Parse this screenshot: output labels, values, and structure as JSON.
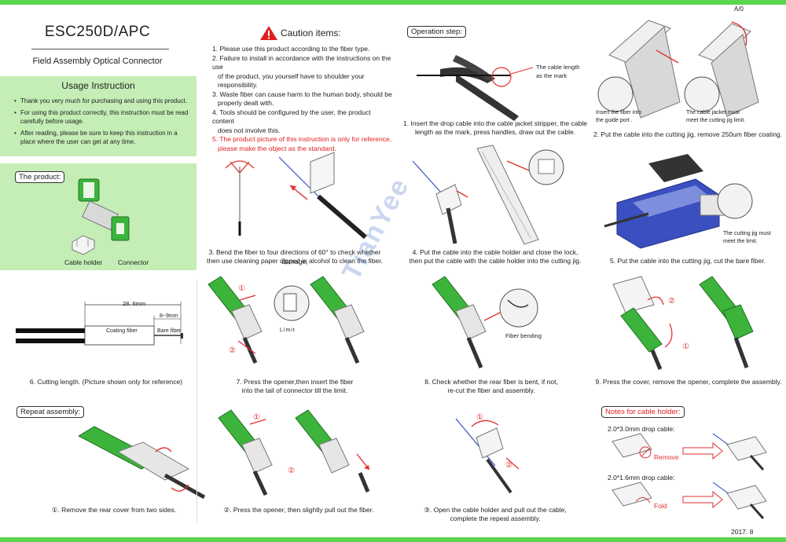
{
  "header": {
    "revision": "A/0"
  },
  "footer": {
    "date": "2017. 8"
  },
  "product": {
    "model": "ESC250D/APC",
    "name": "Field Assembly Optical Connector"
  },
  "usage": {
    "title": "Usage Instruction",
    "items": [
      "Thank you very much for purchasing and using this product.",
      "For using this product correctly, this instruction must be read carefully before usage.",
      "After reading, please be sure to keep this instruction in a place where the user can get at any time."
    ]
  },
  "product_box": {
    "label": "The product:",
    "holder_label": "Cable holder",
    "connector_label": "Connector"
  },
  "cutting": {
    "total": "28. 6mm",
    "bare": "8~9mm",
    "coating_label": "Coating fiber",
    "bare_label": "Bare fiber",
    "caption": "6. Cutting length. (Picture shown only for reference)"
  },
  "caution": {
    "title": "Caution items:",
    "items": [
      "1. Please use this product according to the fiber type.",
      "2. Failure to install in accordance with the instructions on the use",
      "of the product, you yourself have to shoulder your responsibility.",
      "3. Waste fiber can cause harm to the human body, should be",
      "properly dealt with.",
      "4. Tools should be configured by the user, the product content",
      "does not involve this."
    ],
    "red_items": [
      "5. The product picture of this instruction is only for reference,",
      "please make the object as the standard."
    ]
  },
  "operation": {
    "label": "Operation step:",
    "stripper_note": [
      "The cable length",
      "as the mark"
    ],
    "step1": [
      "1. Insert the drop cable into the cable jacket stripper, the cable",
      "length as the mark, press handles, draw out the cable."
    ],
    "step2_note1": [
      "Insert the fiber into",
      "the guide port ."
    ],
    "step2_note2": [
      "The cable jacket must",
      "meet the cutting jig limit."
    ],
    "step2": "2. Put the cable into the cutting jig, remove 250um fiber coating.",
    "step3": [
      "3. Bend the fiber to four directions of 60° to check whether damage,",
      "then use cleaning paper dipped in alcohol to clean the fiber."
    ],
    "step4": [
      "4. Put the cable into the cable holder and close the lock,",
      "then put the cable with the cable holder into the cutting jig."
    ],
    "step5_note": [
      "The cutting jig must",
      "meet the limit."
    ],
    "step5": "5. Put the cable into the cutting jig, cut the bare fiber.",
    "step7": [
      "7. Press the opener,then insert the fiber",
      "into the tail of connector till the limit."
    ],
    "step7_limit": "Limit",
    "step8_note": "Fiber bending",
    "step8": [
      "8. Check whether the rear fiber is bent, if not,",
      "re-cut the fiber and assembly."
    ],
    "step9": "9. Press the cover, remove the opener, complete the assembly."
  },
  "repeat": {
    "label": "Repeat assembly:",
    "step1": "①. Remove the rear cover from two sides.",
    "step2": "②. Press the opener, then slightly pull out the fiber.",
    "step3": [
      "③. Open the cable holder and pull out the cable,",
      "complete the repeat assembly."
    ]
  },
  "notes": {
    "label": "Notes for cable holder:",
    "row1_label": "2.0*3.0mm drop cable:",
    "row1_action": "Remove",
    "row2_label": "2.0*1.6mm drop cable:",
    "row2_action": "Fold"
  },
  "markers": {
    "one": "①",
    "two": "②"
  },
  "watermark": "TianYee",
  "colors": {
    "band": "#5cd64f",
    "panel": "#c4eeb5",
    "caution_red": "#e02020",
    "connector_green": "#3cb43c",
    "arrow": "#e03030"
  }
}
